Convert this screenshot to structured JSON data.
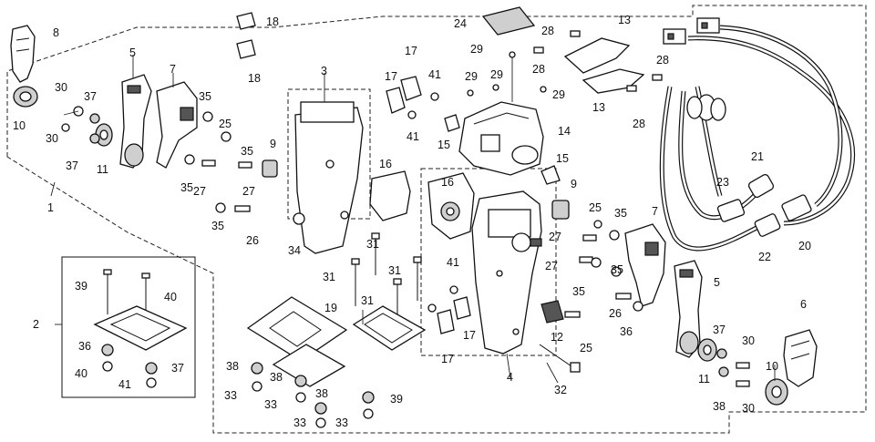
{
  "diagram": {
    "type": "exploded-parts-diagram",
    "callouts": [
      {
        "num": "1"
      },
      {
        "num": "2"
      },
      {
        "num": "3"
      },
      {
        "num": "4"
      },
      {
        "num": "5"
      },
      {
        "num": "5"
      },
      {
        "num": "6"
      },
      {
        "num": "7"
      },
      {
        "num": "7"
      },
      {
        "num": "8"
      },
      {
        "num": "9"
      },
      {
        "num": "9"
      },
      {
        "num": "10"
      },
      {
        "num": "10"
      },
      {
        "num": "11"
      },
      {
        "num": "11"
      },
      {
        "num": "12"
      },
      {
        "num": "13"
      },
      {
        "num": "13"
      },
      {
        "num": "14"
      },
      {
        "num": "15"
      },
      {
        "num": "15"
      },
      {
        "num": "16"
      },
      {
        "num": "16"
      },
      {
        "num": "17"
      },
      {
        "num": "17"
      },
      {
        "num": "17"
      },
      {
        "num": "17"
      },
      {
        "num": "18"
      },
      {
        "num": "18"
      },
      {
        "num": "19"
      },
      {
        "num": "20"
      },
      {
        "num": "21"
      },
      {
        "num": "22"
      },
      {
        "num": "23"
      },
      {
        "num": "24"
      },
      {
        "num": "25"
      },
      {
        "num": "25"
      },
      {
        "num": "25"
      },
      {
        "num": "26"
      },
      {
        "num": "26"
      },
      {
        "num": "27"
      },
      {
        "num": "27"
      },
      {
        "num": "27"
      },
      {
        "num": "27"
      },
      {
        "num": "28"
      },
      {
        "num": "28"
      },
      {
        "num": "28"
      },
      {
        "num": "28"
      },
      {
        "num": "29"
      },
      {
        "num": "29"
      },
      {
        "num": "29"
      },
      {
        "num": "29"
      },
      {
        "num": "30"
      },
      {
        "num": "30"
      },
      {
        "num": "30"
      },
      {
        "num": "30"
      },
      {
        "num": "31"
      },
      {
        "num": "31"
      },
      {
        "num": "31"
      },
      {
        "num": "31"
      },
      {
        "num": "32"
      },
      {
        "num": "33"
      },
      {
        "num": "33"
      },
      {
        "num": "33"
      },
      {
        "num": "33"
      },
      {
        "num": "34"
      },
      {
        "num": "35"
      },
      {
        "num": "35"
      },
      {
        "num": "35"
      },
      {
        "num": "35"
      },
      {
        "num": "35"
      },
      {
        "num": "35"
      },
      {
        "num": "35"
      },
      {
        "num": "36"
      },
      {
        "num": "36"
      },
      {
        "num": "37"
      },
      {
        "num": "37"
      },
      {
        "num": "37"
      },
      {
        "num": "37"
      },
      {
        "num": "38"
      },
      {
        "num": "38"
      },
      {
        "num": "38"
      },
      {
        "num": "38"
      },
      {
        "num": "39"
      },
      {
        "num": "39"
      },
      {
        "num": "40"
      },
      {
        "num": "40"
      },
      {
        "num": "41"
      },
      {
        "num": "41"
      },
      {
        "num": "41"
      },
      {
        "num": "41"
      }
    ]
  }
}
